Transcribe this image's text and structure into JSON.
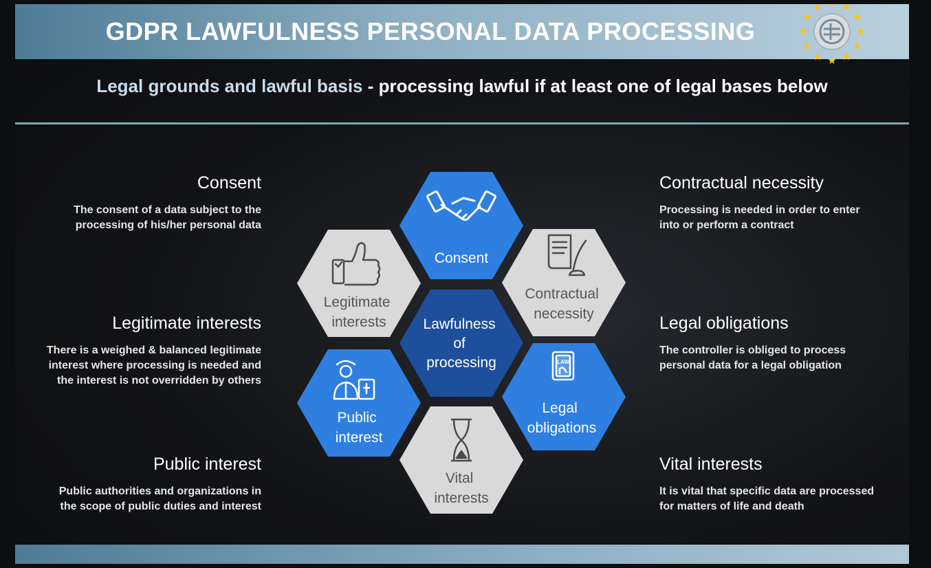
{
  "title": "GDPR LAWFULNESS PERSONAL DATA PROCESSING",
  "subtitle": {
    "lead": "Legal grounds and lawful basis",
    "rest": " - processing lawful if at least one of legal bases below"
  },
  "center_label": [
    "Lawfulness",
    "of",
    "processing"
  ],
  "hexagons": {
    "consent": [
      "Consent"
    ],
    "contractual": [
      "Contractual",
      "necessity"
    ],
    "legal": [
      "Legal",
      "obligations"
    ],
    "vital": [
      "Vital",
      "interests"
    ],
    "public": [
      "Public",
      "interest"
    ],
    "legitimate": [
      "Legitimate",
      "interests"
    ]
  },
  "descriptions": {
    "consent": {
      "title": "Consent",
      "lines": [
        "The consent of a data subject to the",
        "processing of his/her personal data"
      ]
    },
    "legitimate": {
      "title": "Legitimate interests",
      "lines": [
        "There is a weighed & balanced legitimate",
        "interest where processing is needed and",
        "the interest is not overridden by others"
      ]
    },
    "public": {
      "title": "Public interest",
      "lines": [
        "Public authorities and organizations in",
        "the scope of public duties and interest"
      ]
    },
    "contractual": {
      "title": "Contractual necessity",
      "lines": [
        "Processing is needed in order to enter",
        "into or perform a contract"
      ]
    },
    "legal": {
      "title": "Legal obligations",
      "lines": [
        "The controller is obliged to process",
        "personal data for a legal obligation"
      ]
    },
    "vital": {
      "title": "Vital interests",
      "lines": [
        "It is vital that specific data are processed",
        "for matters of life and death"
      ]
    }
  },
  "colors": {
    "blue_hex": "#2f7fe0",
    "center_hex": "#1d4f9c",
    "grey_hex": "#d9d9d9",
    "title_bar": "#6f97ae",
    "star": "#f5c518"
  },
  "icons": {
    "consent": "handshake-icon",
    "contractual": "contract-quill-icon",
    "legal": "law-book-icon",
    "vital": "hourglass-icon",
    "public": "official-person-icon",
    "legitimate": "thumbs-up-icon",
    "logo": "eu-stars-emblem-icon"
  }
}
